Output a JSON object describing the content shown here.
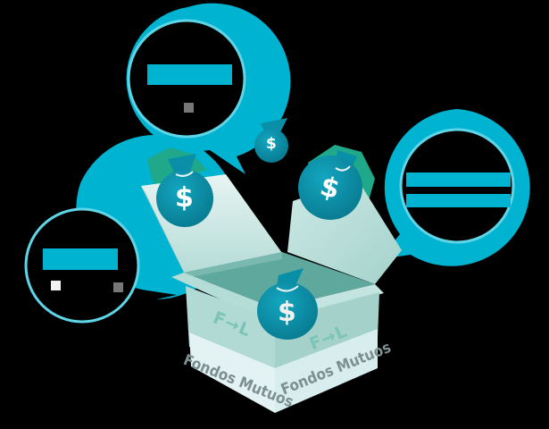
{
  "colors": {
    "background": "#000000",
    "bubble_ring": "#00b3d1",
    "bubble_ring_highlight": "#5fd6e8",
    "money_bag": "#0a8fa8",
    "money_bag_dark": "#087a90",
    "dollar_sign": "#ffffff",
    "bill_green": "#1fa88a",
    "box_face_light": "#c9e7e3",
    "box_face_mid": "#a9d6d0",
    "box_interior": "#5fa89e",
    "box_band": "#e3f2f3",
    "label_text": "#7d8f90",
    "logo_text": "#7cc3b8"
  },
  "bubbles": [
    {
      "id": "top",
      "label": "",
      "note": "label obscured"
    },
    {
      "id": "right",
      "label": "",
      "note": "label obscured (two lines)"
    },
    {
      "id": "left",
      "label": "",
      "note": "label obscured"
    }
  ],
  "money_bags": [
    {
      "symbol": "$",
      "position": "top-center-small"
    },
    {
      "symbol": "$",
      "position": "left-flap"
    },
    {
      "symbol": "$",
      "position": "right-flap"
    },
    {
      "symbol": "$",
      "position": "inside-box"
    }
  ],
  "box": {
    "logo_left": "F→L",
    "logo_right": "F→L",
    "label_left": "Fondos Mutuos",
    "label_right": "Fondos Mutuos"
  }
}
